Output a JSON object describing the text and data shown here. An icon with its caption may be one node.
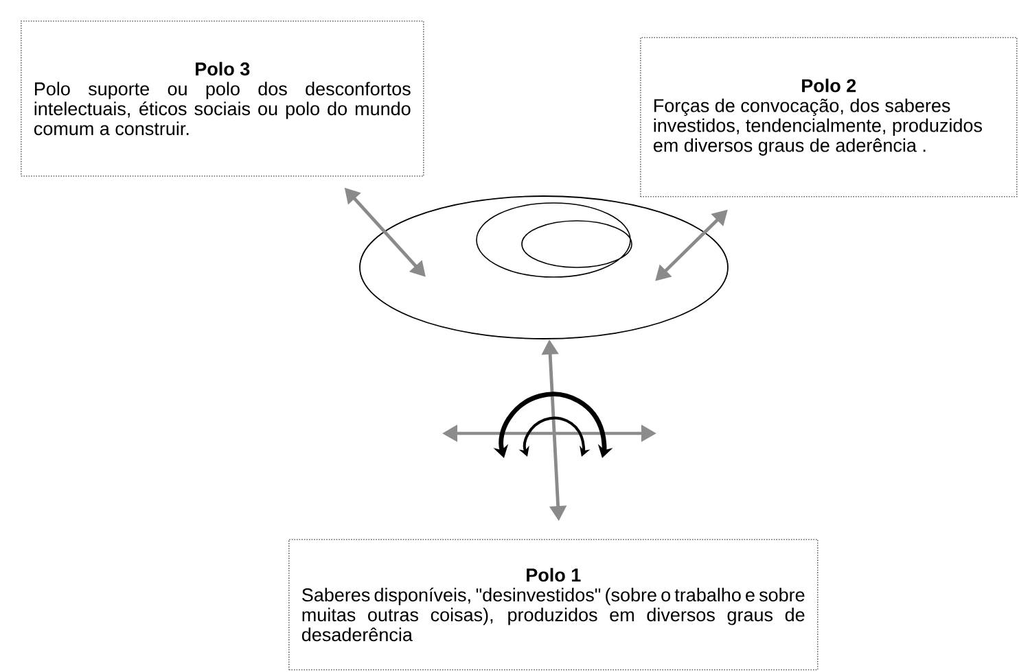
{
  "diagram": {
    "nodes": [
      {
        "text": [
          "Polo 3",
          "Polo suporte ou polo dos desconfortos intelectuais, éticos sociais ou polo do mundo comum a construir."
        ]
      },
      {
        "text": [
          "Polo 2",
          "Forças de convocação, dos saberes investidos, tendencialmente, produzidos em diversos graus de aderência ."
        ]
      },
      {
        "text": [],
        "shape": "ellipse"
      },
      {
        "text": [
          "Polo 1",
          "Saberes disponíveis, \"desinvestidos\" (sobre o trabalho e sobre muitas outras coisas), produzidos em diversos graus de desaderência"
        ]
      }
    ],
    "edges": [
      {
        "from": 0,
        "to": 2,
        "arrow": "both"
      },
      {
        "from": 1,
        "to": 2,
        "arrow": "both"
      },
      {
        "from": 3,
        "to": 2,
        "arrow": "both"
      }
    ]
  }
}
